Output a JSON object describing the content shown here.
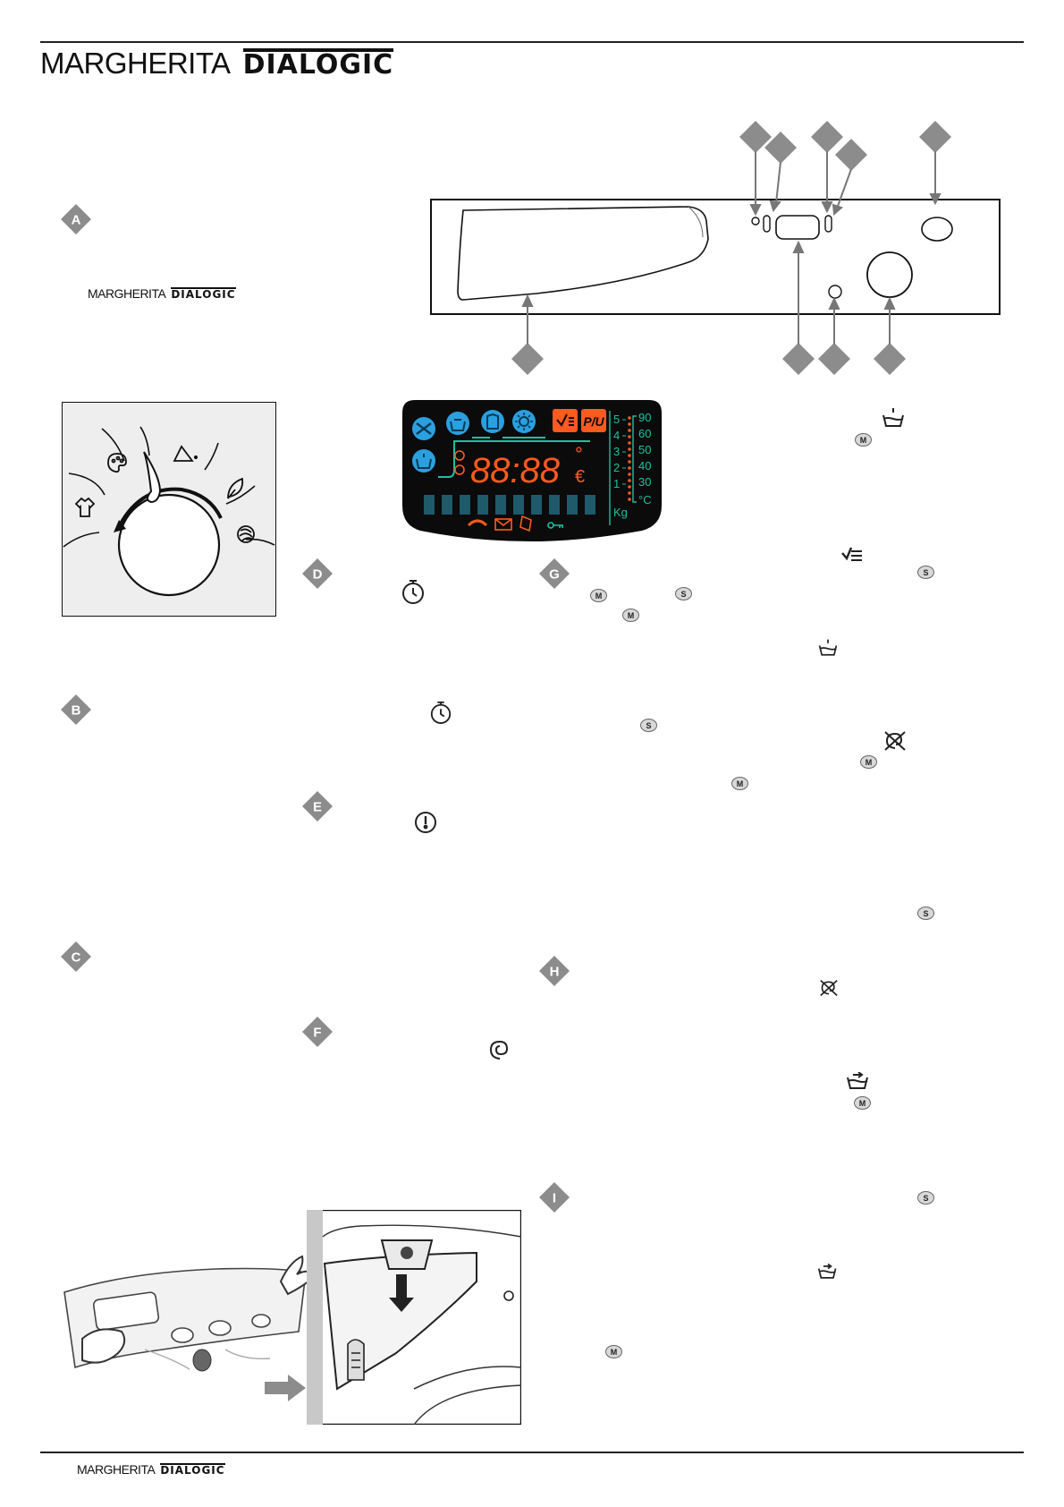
{
  "header": {
    "brand_name": "MARGHERITA",
    "brand_logo": "DIALOGIC"
  },
  "section_a": {
    "badge": "A",
    "brand_name": "MARGHERITA",
    "brand_logo": "DIALOGIC"
  },
  "sections": {
    "a": "A",
    "b": "B",
    "c": "C",
    "d": "D",
    "e": "E",
    "f": "F",
    "g": "G",
    "h": "H",
    "i": "I"
  },
  "buttons": {
    "m": "M",
    "s": "S"
  },
  "display": {
    "digits": "88:88",
    "degree": "°",
    "euro": "€",
    "load_scale": [
      "5",
      "4",
      "3",
      "2",
      "1"
    ],
    "temp_scale": [
      "90",
      "60",
      "50",
      "40",
      "30"
    ],
    "temp_unit": "°C",
    "load_unit": "Kg"
  },
  "footer": {
    "brand_name": "MARGHERITA",
    "brand_logo": "DIALOGIC"
  },
  "colors": {
    "accent_orange": "#ff5a1f",
    "display_blue": "#2aa0e0",
    "display_teal": "#1fc0a0",
    "badge_gray": "#8c8c8c"
  }
}
